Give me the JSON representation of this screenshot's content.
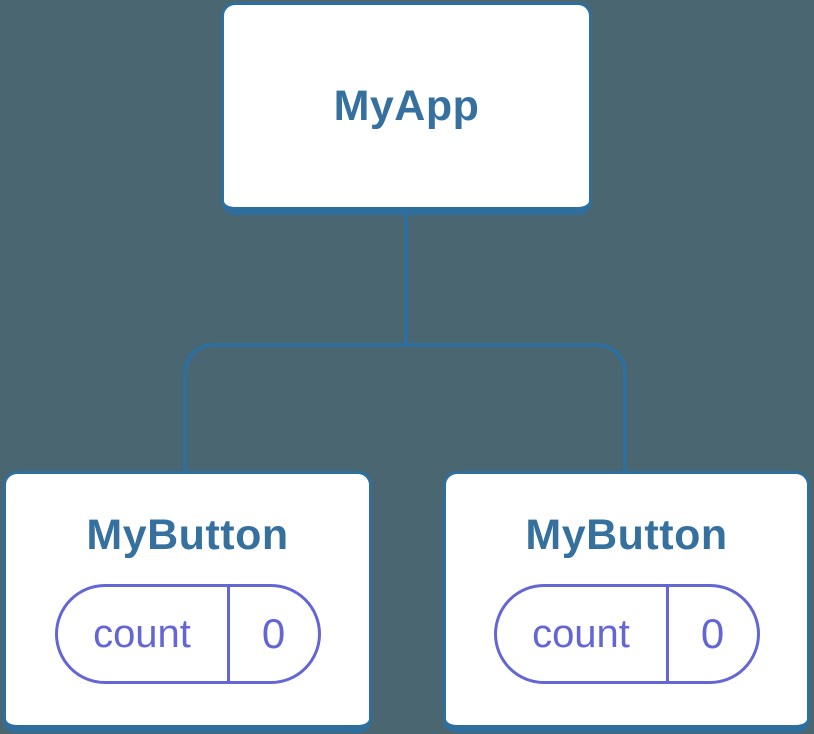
{
  "colors": {
    "bg": "#4a6671",
    "line": "#2e6f9e",
    "node-fill": "#ffffff",
    "node-text": "#35709e",
    "state": "#6366d4"
  },
  "tree": {
    "root": {
      "label": "MyApp"
    },
    "children": [
      {
        "label": "MyButton",
        "state": {
          "key": "count",
          "value": "0"
        }
      },
      {
        "label": "MyButton",
        "state": {
          "key": "count",
          "value": "0"
        }
      }
    ]
  }
}
